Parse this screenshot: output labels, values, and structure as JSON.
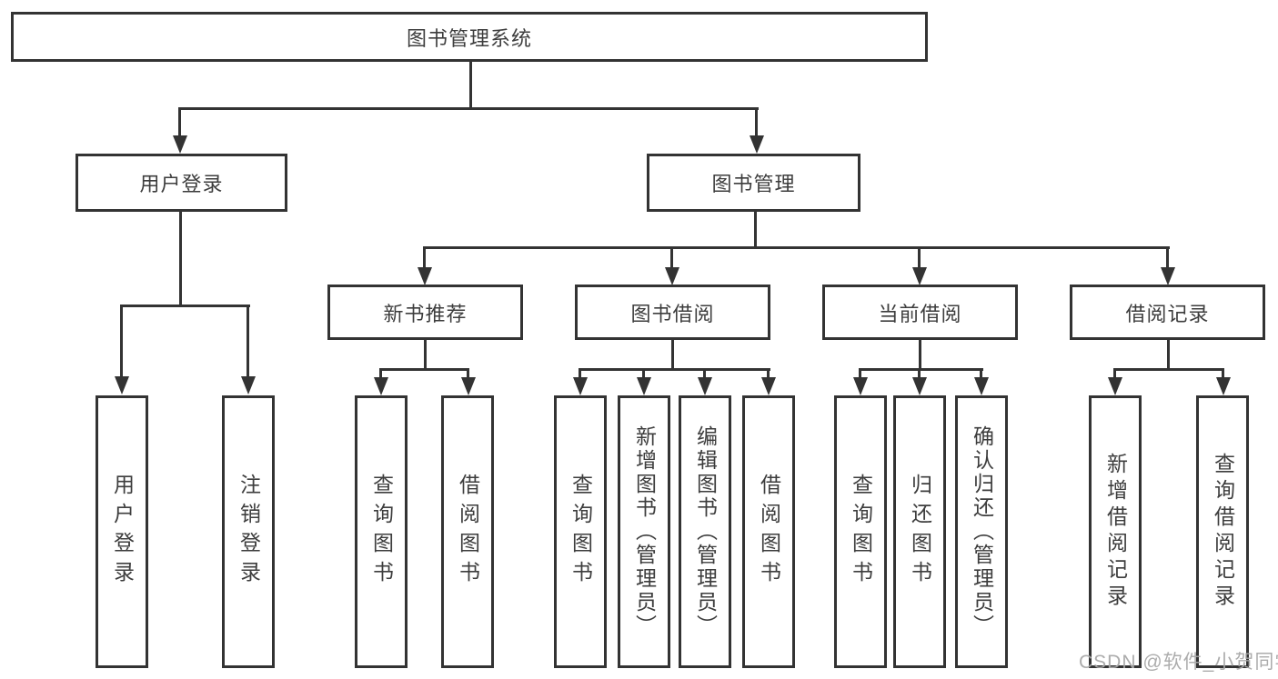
{
  "diagram": {
    "title": "图书管理系统",
    "root": {
      "label": "图书管理系统"
    },
    "level2": [
      {
        "label": "用户登录"
      },
      {
        "label": "图书管理"
      }
    ],
    "level3": [
      {
        "label": "新书推荐"
      },
      {
        "label": "图书借阅"
      },
      {
        "label": "当前借阅"
      },
      {
        "label": "借阅记录"
      }
    ],
    "leaves": {
      "login": [
        "用户登录",
        "注销登录"
      ],
      "recommend": [
        "查询图书",
        "借阅图书"
      ],
      "borrow": [
        "查询图书",
        "新增图书（管理员）",
        "编辑图书（管理员）",
        "借阅图书"
      ],
      "current": [
        "查询图书",
        "归还图书",
        "确认归还（管理员）"
      ],
      "records": [
        "新增借阅记录",
        "查询借阅记录"
      ]
    },
    "line_color": "#333333",
    "text_color": "#3d3d3d"
  },
  "watermark": {
    "text": "CSDN @软件_小贺同学",
    "color": "#a8a8a8"
  }
}
